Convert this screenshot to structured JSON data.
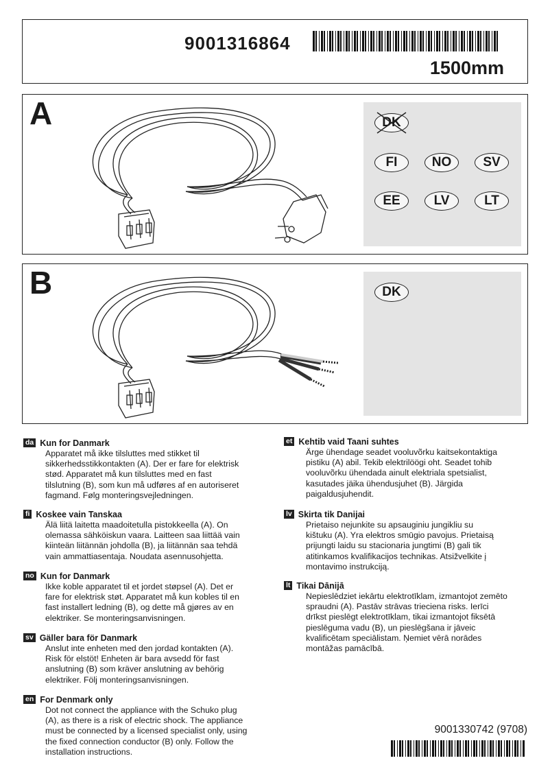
{
  "header": {
    "part_number": "9001316864",
    "length": "1500mm"
  },
  "panels": {
    "a": {
      "letter": "A",
      "countries": [
        "DK",
        "FI",
        "NO",
        "SV",
        "EE",
        "LV",
        "LT"
      ],
      "crossed_out": "DK"
    },
    "b": {
      "letter": "B",
      "countries": [
        "DK"
      ]
    }
  },
  "sections": [
    {
      "lang": "da",
      "title": "Kun for Danmark",
      "lines": [
        "Apparatet må ikke tilsluttes med stikket til",
        "sikkerhedsstikkontakten (A). Der er fare for elektrisk",
        "stød. Apparatet må kun tilsluttes med en fast",
        "tilslutning (B), som kun må udføres af en autoriseret",
        "fagmand. Følg monteringsvejledningen."
      ]
    },
    {
      "lang": "fi",
      "title": "Koskee vain Tanskaa",
      "lines": [
        "Älä liitä laitetta maadoitetulla pistokkeella (A). On",
        "olemassa sähköiskun vaara. Laitteen saa liittää vain",
        "kiinteän liitännän johdolla (B), ja liitännän saa tehdä",
        "vain ammattiasentaja. Noudata asennusohjetta."
      ]
    },
    {
      "lang": "no",
      "title": "Kun for Danmark",
      "lines": [
        "Ikke koble apparatet til et jordet støpsel (A). Det er",
        "fare for elektrisk støt. Apparatet må kun kobles til en",
        "fast installert ledning (B), og dette må gjøres av en",
        "elektriker. Se monteringsanvisningen."
      ]
    },
    {
      "lang": "sv",
      "title": "Gäller bara för Danmark",
      "lines": [
        "Anslut inte enheten med den jordad kontakten (A).",
        "Risk för elstöt! Enheten är bara avsedd för fast",
        "anslutning (B) som kräver anslutning av behörig",
        "elektriker. Följ monteringsanvisningen."
      ]
    },
    {
      "lang": "en",
      "title": "For Denmark only",
      "lines": [
        "Dot not connect the appliance with the Schuko plug",
        "(A), as there is a risk of electric shock. The appliance",
        "must be connected by a licensed specialist only, using",
        "the fixed connection conductor (B) only. Follow the",
        "installation instructions."
      ]
    },
    {
      "lang": "et",
      "title": "Kehtib vaid Taani suhtes",
      "lines": [
        "Ärge ühendage seadet vooluvõrku kaitsekontaktiga",
        "pistiku (A) abil. Tekib elektrilöögi oht. Seadet tohib",
        "vooluvõrku ühendada ainult elektriala spetsialist,",
        "kasutades jäika ühendusjuhet (B). Järgida",
        "paigaldusjuhendit."
      ]
    },
    {
      "lang": "lv",
      "title": "Skirta tik Danijai",
      "lines": [
        "Prietaiso nejunkite su apsauginiu jungikliu su",
        "kištuku (A). Yra elektros smūgio pavojus. Prietaisą",
        "prijungti laidu su stacionaria jungtimi (B) gali tik",
        "atitinkamos kvalifikacijos technikas. Atsižvelkite į",
        "montavimo instrukciją."
      ]
    },
    {
      "lang": "lt",
      "title": "Tikai Dānijā",
      "lines": [
        "Nepieslēdziet iekārtu elektrotīklam, izmantojot zemēto",
        "spraudni (A). Pastāv strāvas trieciena risks. Ierīci",
        "drīkst pieslēgt elektrotīklam, tikai izmantojot fiksētā",
        "pieslēguma vadu (B), un pieslēgšana ir jāveic",
        "kvalificētam speciālistam. Ņemiet vērā norādes",
        "montāžas pamācībā."
      ]
    }
  ],
  "footer": {
    "document_number": "9001330742 (9708)"
  }
}
